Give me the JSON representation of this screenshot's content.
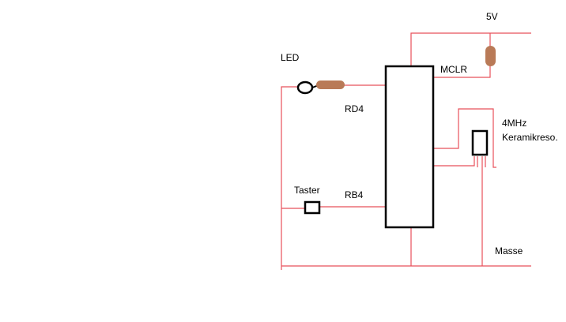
{
  "labels": {
    "supply": "5V",
    "led": "LED",
    "mclr": "MCLR",
    "rd4": "RD4",
    "resonator_line1": "4MHz",
    "resonator_line2": "Keramikreso.",
    "taster": "Taster",
    "rb4": "RB4",
    "masse": "Masse"
  },
  "colors": {
    "wire": "#e8505b",
    "component": "#000000",
    "resistor": "#b97a57",
    "background": "#ffffff",
    "text": "#000000"
  }
}
